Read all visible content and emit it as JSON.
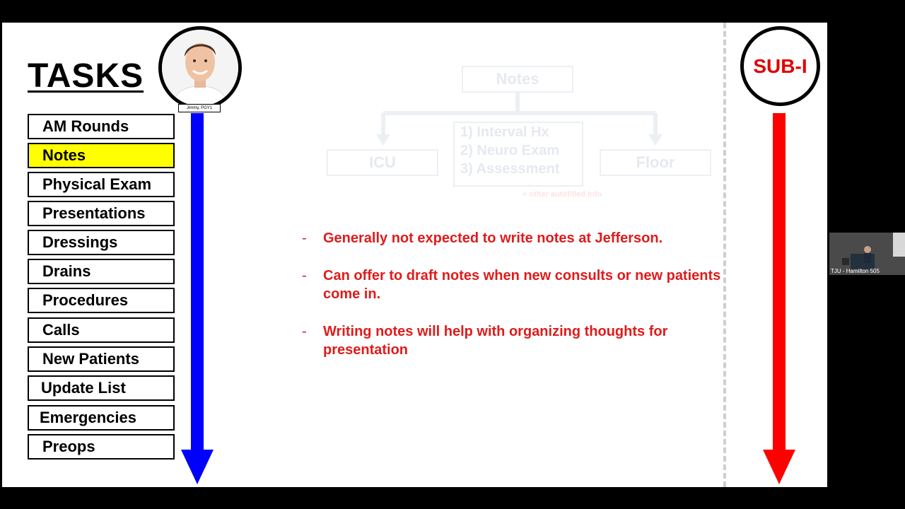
{
  "slide": {
    "title": "TASKS",
    "avatar_caption": "Jimmy, PGY1",
    "sub_i_label": "SUB-I",
    "tasks": [
      {
        "label": "AM Rounds",
        "active": false
      },
      {
        "label": "Notes",
        "active": true
      },
      {
        "label": "Physical Exam",
        "active": false
      },
      {
        "label": "Presentations",
        "active": false
      },
      {
        "label": "Dressings",
        "active": false
      },
      {
        "label": "Drains",
        "active": false
      },
      {
        "label": "Procedures",
        "active": false
      },
      {
        "label": "Calls",
        "active": false
      },
      {
        "label": "New Patients",
        "active": false
      },
      {
        "label": "Update List",
        "active": false
      },
      {
        "label": "Emergencies",
        "active": false
      },
      {
        "label": "Preops",
        "active": false
      }
    ],
    "faded_diagram": {
      "top": "Notes",
      "left": "ICU",
      "right": "Floor",
      "items": [
        "1)  Interval Hx",
        "2)  Neuro Exam",
        "3)  Assessment"
      ],
      "note": "+ other autofilled info"
    },
    "bullets": [
      "Generally not expected to write notes at Jefferson.",
      "Can offer to draft notes when new consults or new patients come in.",
      "Writing notes will help with organizing thoughts for presentation"
    ],
    "colors": {
      "left_arrow": "#0000ff",
      "right_arrow": "#ff0000",
      "highlight": "#ffff00",
      "bullet_text": "#e01b1b"
    }
  },
  "camera": {
    "label": "TJU - Hamilton 505"
  }
}
